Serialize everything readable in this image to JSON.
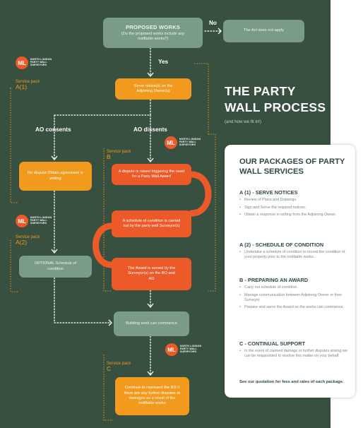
{
  "flow": {
    "proposed": {
      "title": "PROPOSED WORKS",
      "sub": "(Do the proposed works include any notifiable works?)"
    },
    "no_label": "No",
    "act_not_apply": "The Act does not apply",
    "yes_label": "Yes",
    "serve_notice": "Serve notice(s) on the Adjoining Owner(s)",
    "ao_consents": "AO consents",
    "ao_dissents": "AO dissents",
    "no_dispute": "No dispute Obtain agreement in writing",
    "dispute_raised": "A dispute is raised triggering the need for a Party Wall Award",
    "schedule": "A schedule of condition is carried out by the party wall Surveyor(s)",
    "award_served": "The Award is served by the Surveyor(s) on the BO and AO",
    "optional": "OPTIONAL Schedule of condition",
    "building_work": "Building work can commence",
    "continue_represent": "Continue to represent the BO if there are any further disputes or damages as a result of the notifiable works"
  },
  "packs": {
    "a1": {
      "label": "Service pack",
      "code": "A(1)"
    },
    "b": {
      "label": "Service pack",
      "code": "B"
    },
    "a2": {
      "label": "Service pack",
      "code": "A(2)"
    },
    "c": {
      "label": "Service pack",
      "code": "C"
    }
  },
  "logo": {
    "mark": "ML",
    "text": "NORTH LONDON PARTY WALL SURVEYORS"
  },
  "heading": {
    "title": "THE PARTY WALL PROCESS",
    "subtitle": "(and how we fit in!)"
  },
  "packages": {
    "title": "OUR PACKAGES OF PARTY WALL SERVICES",
    "sections": [
      {
        "heading": "A (1) - SERVE NOTICES",
        "items": [
          "Review of Plans and Drawings.",
          "Sign and Serve the required notices.",
          "Obtain a response in writing from the Adjoining Owner."
        ]
      },
      {
        "heading": "A (2) - SCHEDULE OF CONDITION",
        "items": [
          "Undertake a schedule of condition to record the condition of your property prior to the notifiable works."
        ]
      },
      {
        "heading": "B - PREPARING AN AWARD",
        "items": [
          "Carry out schedule of condition.",
          "Manage communication between Adjoining Owner or their Surveyor.",
          "Prepare and serve the Award so the works can commence."
        ]
      },
      {
        "heading": "C - CONTINUAL SUPPORT",
        "items": [
          "In the event of claimed damage or further disputes arising we can be reappointed to resolve this matter on your behalf."
        ]
      }
    ],
    "footer": "See our quotation for fees and rates of each package."
  },
  "colors": {
    "background": "#37503f",
    "orange": "#f29a1e",
    "red": "#ed5a2a",
    "sage": "#7a9b88",
    "card_heading": "#2e4a3a"
  }
}
